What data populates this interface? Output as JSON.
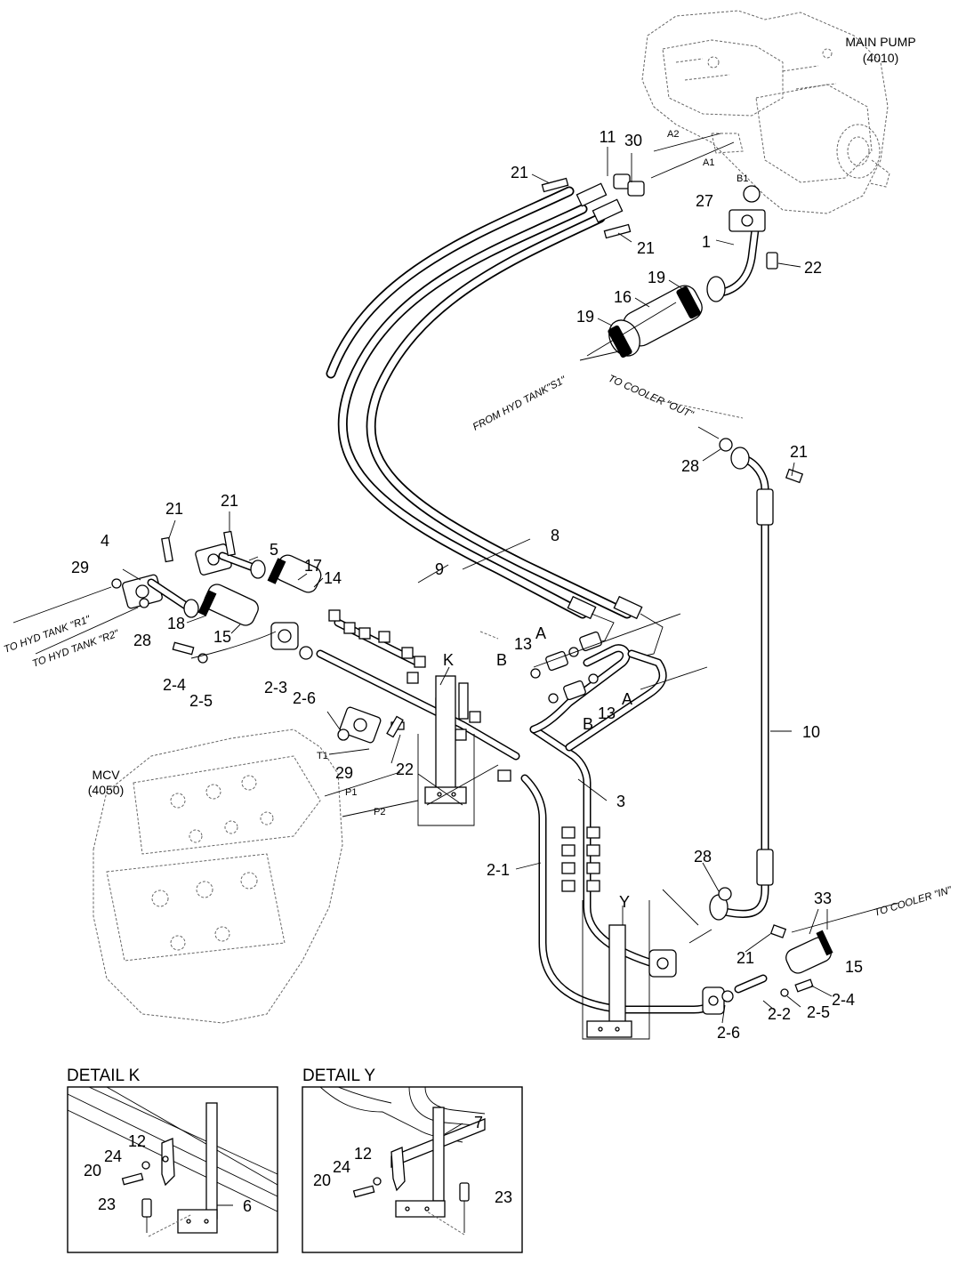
{
  "components": {
    "main_pump": {
      "name": "MAIN PUMP",
      "code": "(4010)"
    },
    "mcv": {
      "name": "MCV",
      "code": "(4050)"
    }
  },
  "port_labels": {
    "a2": "A2",
    "a1": "A1",
    "b1": "B1",
    "t1": "T1",
    "p1": "P1",
    "p2": "P2"
  },
  "notes": {
    "from_hyd_tank_s1": "FROM HYD TANK\"S1\"",
    "to_cooler_out": "TO COOLER \"OUT\"",
    "to_cooler_in": "TO COOLER \"IN\"",
    "to_hyd_tank_r1": "TO HYD TANK \"R1\"",
    "to_hyd_tank_r2": "TO HYD TANK \"R2\""
  },
  "details": {
    "k": {
      "title": "DETAIL K",
      "parts": [
        "12",
        "24",
        "20",
        "23",
        "6"
      ]
    },
    "y": {
      "title": "DETAIL Y",
      "parts": [
        "7",
        "12",
        "24",
        "20",
        "23"
      ]
    }
  },
  "callouts": [
    "11",
    "30",
    "21",
    "21",
    "27",
    "1",
    "22",
    "19",
    "16",
    "19",
    "28",
    "21",
    "21",
    "21",
    "4",
    "5",
    "29",
    "17",
    "14",
    "9",
    "8",
    "18",
    "15",
    "28",
    "2-4",
    "2-5",
    "2-3",
    "2-6",
    "13",
    "A",
    "B",
    "K",
    "B",
    "13",
    "A",
    "10",
    "29",
    "22",
    "3",
    "2-1",
    "28",
    "Y",
    "33",
    "21",
    "15",
    "2-4",
    "2-5",
    "2-2",
    "2-6"
  ]
}
